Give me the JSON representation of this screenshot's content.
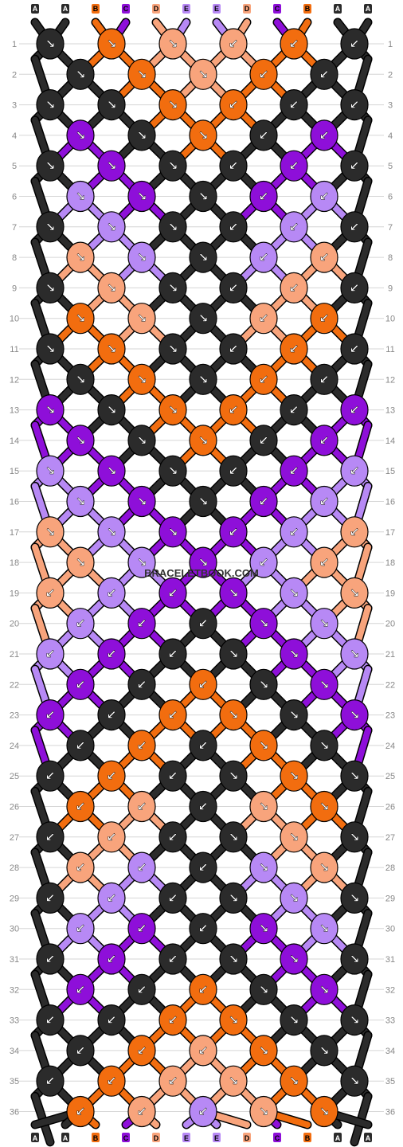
{
  "watermark": "BRACELETBOOK.COM",
  "colors": {
    "A": "#2b2b2b",
    "B": "#f26d0f",
    "C": "#8e0fd9",
    "D": "#f8a47c",
    "E": "#b789f5",
    "grid_line": "#d6d6d6",
    "arrow": "#ffffff",
    "outline": "#000000"
  },
  "strands_top": [
    "A",
    "A",
    "B",
    "C",
    "D",
    "E",
    "E",
    "D",
    "C",
    "B",
    "A",
    "A"
  ],
  "strands_bottom": [
    "A",
    "A",
    "B",
    "C",
    "D",
    "E",
    "E",
    "D",
    "C",
    "B",
    "A",
    "A"
  ],
  "row_numbers": [
    "1",
    "2",
    "3",
    "4",
    "5",
    "6",
    "7",
    "8",
    "9",
    "10",
    "11",
    "12",
    "13",
    "14",
    "15",
    "16",
    "17",
    "18",
    "19",
    "20",
    "21",
    "22",
    "23",
    "24",
    "25",
    "26",
    "27",
    "28",
    "29",
    "30",
    "31",
    "32",
    "33",
    "34",
    "35",
    "36"
  ],
  "knot_rows": [
    [
      "A",
      "B",
      "D",
      "D",
      "B",
      "A"
    ],
    [
      "A",
      "B",
      "D",
      "B",
      "A"
    ],
    [
      "A",
      "A",
      "B",
      "B",
      "A",
      "A"
    ],
    [
      "C",
      "A",
      "B",
      "A",
      "C"
    ],
    [
      "A",
      "C",
      "A",
      "A",
      "C",
      "A"
    ],
    [
      "E",
      "C",
      "A",
      "C",
      "E"
    ],
    [
      "A",
      "E",
      "A",
      "A",
      "E",
      "A"
    ],
    [
      "D",
      "E",
      "A",
      "E",
      "D"
    ],
    [
      "A",
      "D",
      "A",
      "A",
      "D",
      "A"
    ],
    [
      "B",
      "D",
      "A",
      "D",
      "B"
    ],
    [
      "A",
      "B",
      "A",
      "A",
      "B",
      "A"
    ],
    [
      "A",
      "B",
      "A",
      "B",
      "A"
    ],
    [
      "C",
      "A",
      "B",
      "B",
      "A",
      "C"
    ],
    [
      "C",
      "A",
      "B",
      "A",
      "C"
    ],
    [
      "E",
      "C",
      "A",
      "A",
      "C",
      "E"
    ],
    [
      "E",
      "C",
      "A",
      "C",
      "E"
    ],
    [
      "D",
      "E",
      "C",
      "C",
      "E",
      "D"
    ],
    [
      "D",
      "E",
      "C",
      "E",
      "D"
    ],
    [
      "D",
      "E",
      "C",
      "C",
      "E",
      "D"
    ],
    [
      "E",
      "C",
      "A",
      "C",
      "E"
    ],
    [
      "E",
      "C",
      "A",
      "A",
      "C",
      "E"
    ],
    [
      "C",
      "A",
      "B",
      "A",
      "C"
    ],
    [
      "C",
      "A",
      "B",
      "B",
      "A",
      "C"
    ],
    [
      "A",
      "B",
      "A",
      "B",
      "A"
    ],
    [
      "A",
      "B",
      "A",
      "A",
      "B",
      "A"
    ],
    [
      "B",
      "D",
      "A",
      "D",
      "B"
    ],
    [
      "A",
      "D",
      "A",
      "A",
      "D",
      "A"
    ],
    [
      "D",
      "E",
      "A",
      "E",
      "D"
    ],
    [
      "A",
      "E",
      "A",
      "A",
      "E",
      "A"
    ],
    [
      "E",
      "C",
      "A",
      "C",
      "E"
    ],
    [
      "A",
      "C",
      "A",
      "A",
      "C",
      "A"
    ],
    [
      "C",
      "A",
      "B",
      "A",
      "C"
    ],
    [
      "A",
      "A",
      "B",
      "B",
      "A",
      "A"
    ],
    [
      "A",
      "B",
      "D",
      "B",
      "A"
    ],
    [
      "A",
      "B",
      "D",
      "D",
      "B",
      "A"
    ],
    [
      "B",
      "D",
      "E",
      "D",
      "B"
    ]
  ],
  "arrow_rows": [
    [
      "↘",
      "↘",
      "↘",
      "↙",
      "↙",
      "↙"
    ],
    [
      "↘",
      "↘",
      "↘",
      "↙",
      "↙"
    ],
    [
      "↘",
      "↘",
      "↘",
      "↙",
      "↙",
      "↙"
    ],
    [
      "↘",
      "↘",
      "↘",
      "↙",
      "↙"
    ],
    [
      "↘",
      "↘",
      "↘",
      "↙",
      "↙",
      "↙"
    ],
    [
      "↘",
      "↘",
      "↘",
      "↙",
      "↙"
    ],
    [
      "↘",
      "↘",
      "↘",
      "↙",
      "↙",
      "↙"
    ],
    [
      "↘",
      "↘",
      "↘",
      "↙",
      "↙"
    ],
    [
      "↘",
      "↘",
      "↘",
      "↙",
      "↙",
      "↙"
    ],
    [
      "↘",
      "↘",
      "↘",
      "↙",
      "↙"
    ],
    [
      "↘",
      "↘",
      "↘",
      "↙",
      "↙",
      "↙"
    ],
    [
      "↘",
      "↘",
      "↘",
      "↙",
      "↙"
    ],
    [
      "↘",
      "↘",
      "↘",
      "↙",
      "↙",
      "↙"
    ],
    [
      "↘",
      "↘",
      "↘",
      "↙",
      "↙"
    ],
    [
      "↘",
      "↘",
      "↘",
      "↙",
      "↙",
      "↙"
    ],
    [
      "↘",
      "↘",
      "↘",
      "↙",
      "↙"
    ],
    [
      "↘",
      "↘",
      "↘",
      "↙",
      "↙",
      "↙"
    ],
    [
      "↘",
      "↘",
      "↘",
      "↙",
      "↙"
    ],
    [
      "↙",
      "↙",
      "↙",
      "↘",
      "↘",
      "↘"
    ],
    [
      "↙",
      "↙",
      "↙",
      "↘",
      "↘"
    ],
    [
      "↙",
      "↙",
      "↙",
      "↘",
      "↘",
      "↘"
    ],
    [
      "↙",
      "↙",
      "↙",
      "↘",
      "↘"
    ],
    [
      "↙",
      "↙",
      "↙",
      "↘",
      "↘",
      "↘"
    ],
    [
      "↙",
      "↙",
      "↙",
      "↘",
      "↘"
    ],
    [
      "↙",
      "↙",
      "↙",
      "↘",
      "↘",
      "↘"
    ],
    [
      "↙",
      "↙",
      "↙",
      "↘",
      "↘"
    ],
    [
      "↙",
      "↙",
      "↙",
      "↘",
      "↘",
      "↘"
    ],
    [
      "↙",
      "↙",
      "↙",
      "↘",
      "↘"
    ],
    [
      "↙",
      "↙",
      "↙",
      "↘",
      "↘",
      "↘"
    ],
    [
      "↙",
      "↙",
      "↙",
      "↘",
      "↘"
    ],
    [
      "↙",
      "↙",
      "↙",
      "↘",
      "↘",
      "↘"
    ],
    [
      "↙",
      "↙",
      "↙",
      "↘",
      "↘"
    ],
    [
      "↙",
      "↙",
      "↙",
      "↘",
      "↘",
      "↘"
    ],
    [
      "↙",
      "↙",
      "↙",
      "↘",
      "↘"
    ],
    [
      "↙",
      "↙",
      "↙",
      "↘",
      "↘",
      "↘"
    ],
    [
      "↙",
      "↙",
      "↙",
      "↘",
      "↘"
    ]
  ]
}
